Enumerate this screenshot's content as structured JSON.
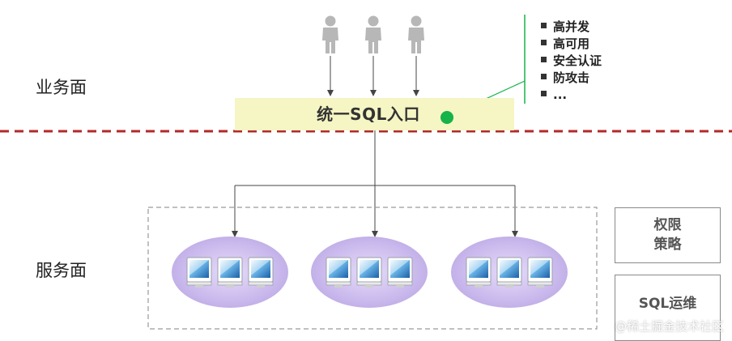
{
  "labels": {
    "business_plane": "业务面",
    "service_plane": "服务面"
  },
  "entry": {
    "title": "统一SQL入口"
  },
  "features": [
    "高并发",
    "高可用",
    "安全认证",
    "防攻击",
    "..."
  ],
  "side_boxes": {
    "permission_line1": "权限",
    "permission_line2": "策略",
    "sql_ops": "SQL运维"
  },
  "watermark": "@稀土掘金技术社区",
  "colors": {
    "divider": "#b22a2a",
    "entry_bg": "#f6f5c4",
    "entry_dot": "#16b24a",
    "cluster_fill": "#c8b7ea",
    "user_icon": "#b7b7b7"
  },
  "icons": {
    "users": [
      "user-icon",
      "user-icon",
      "user-icon"
    ],
    "clusters": [
      "server-cluster-icon",
      "server-cluster-icon",
      "server-cluster-icon"
    ]
  }
}
